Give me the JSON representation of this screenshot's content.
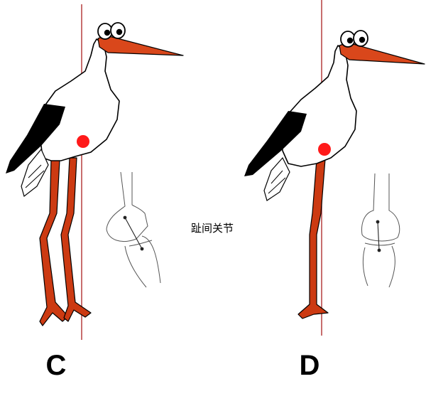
{
  "panels": [
    {
      "label": "C"
    },
    {
      "label": "D"
    }
  ],
  "center_label": "趾间关节",
  "colors": {
    "plumb_line": "#b03030",
    "leg": "#cc3a12",
    "beak": "#d9471b",
    "center_of_mass": "#ff1a1a",
    "wing": "#000000",
    "outline": "#000000",
    "bone_outline": "#555555"
  }
}
